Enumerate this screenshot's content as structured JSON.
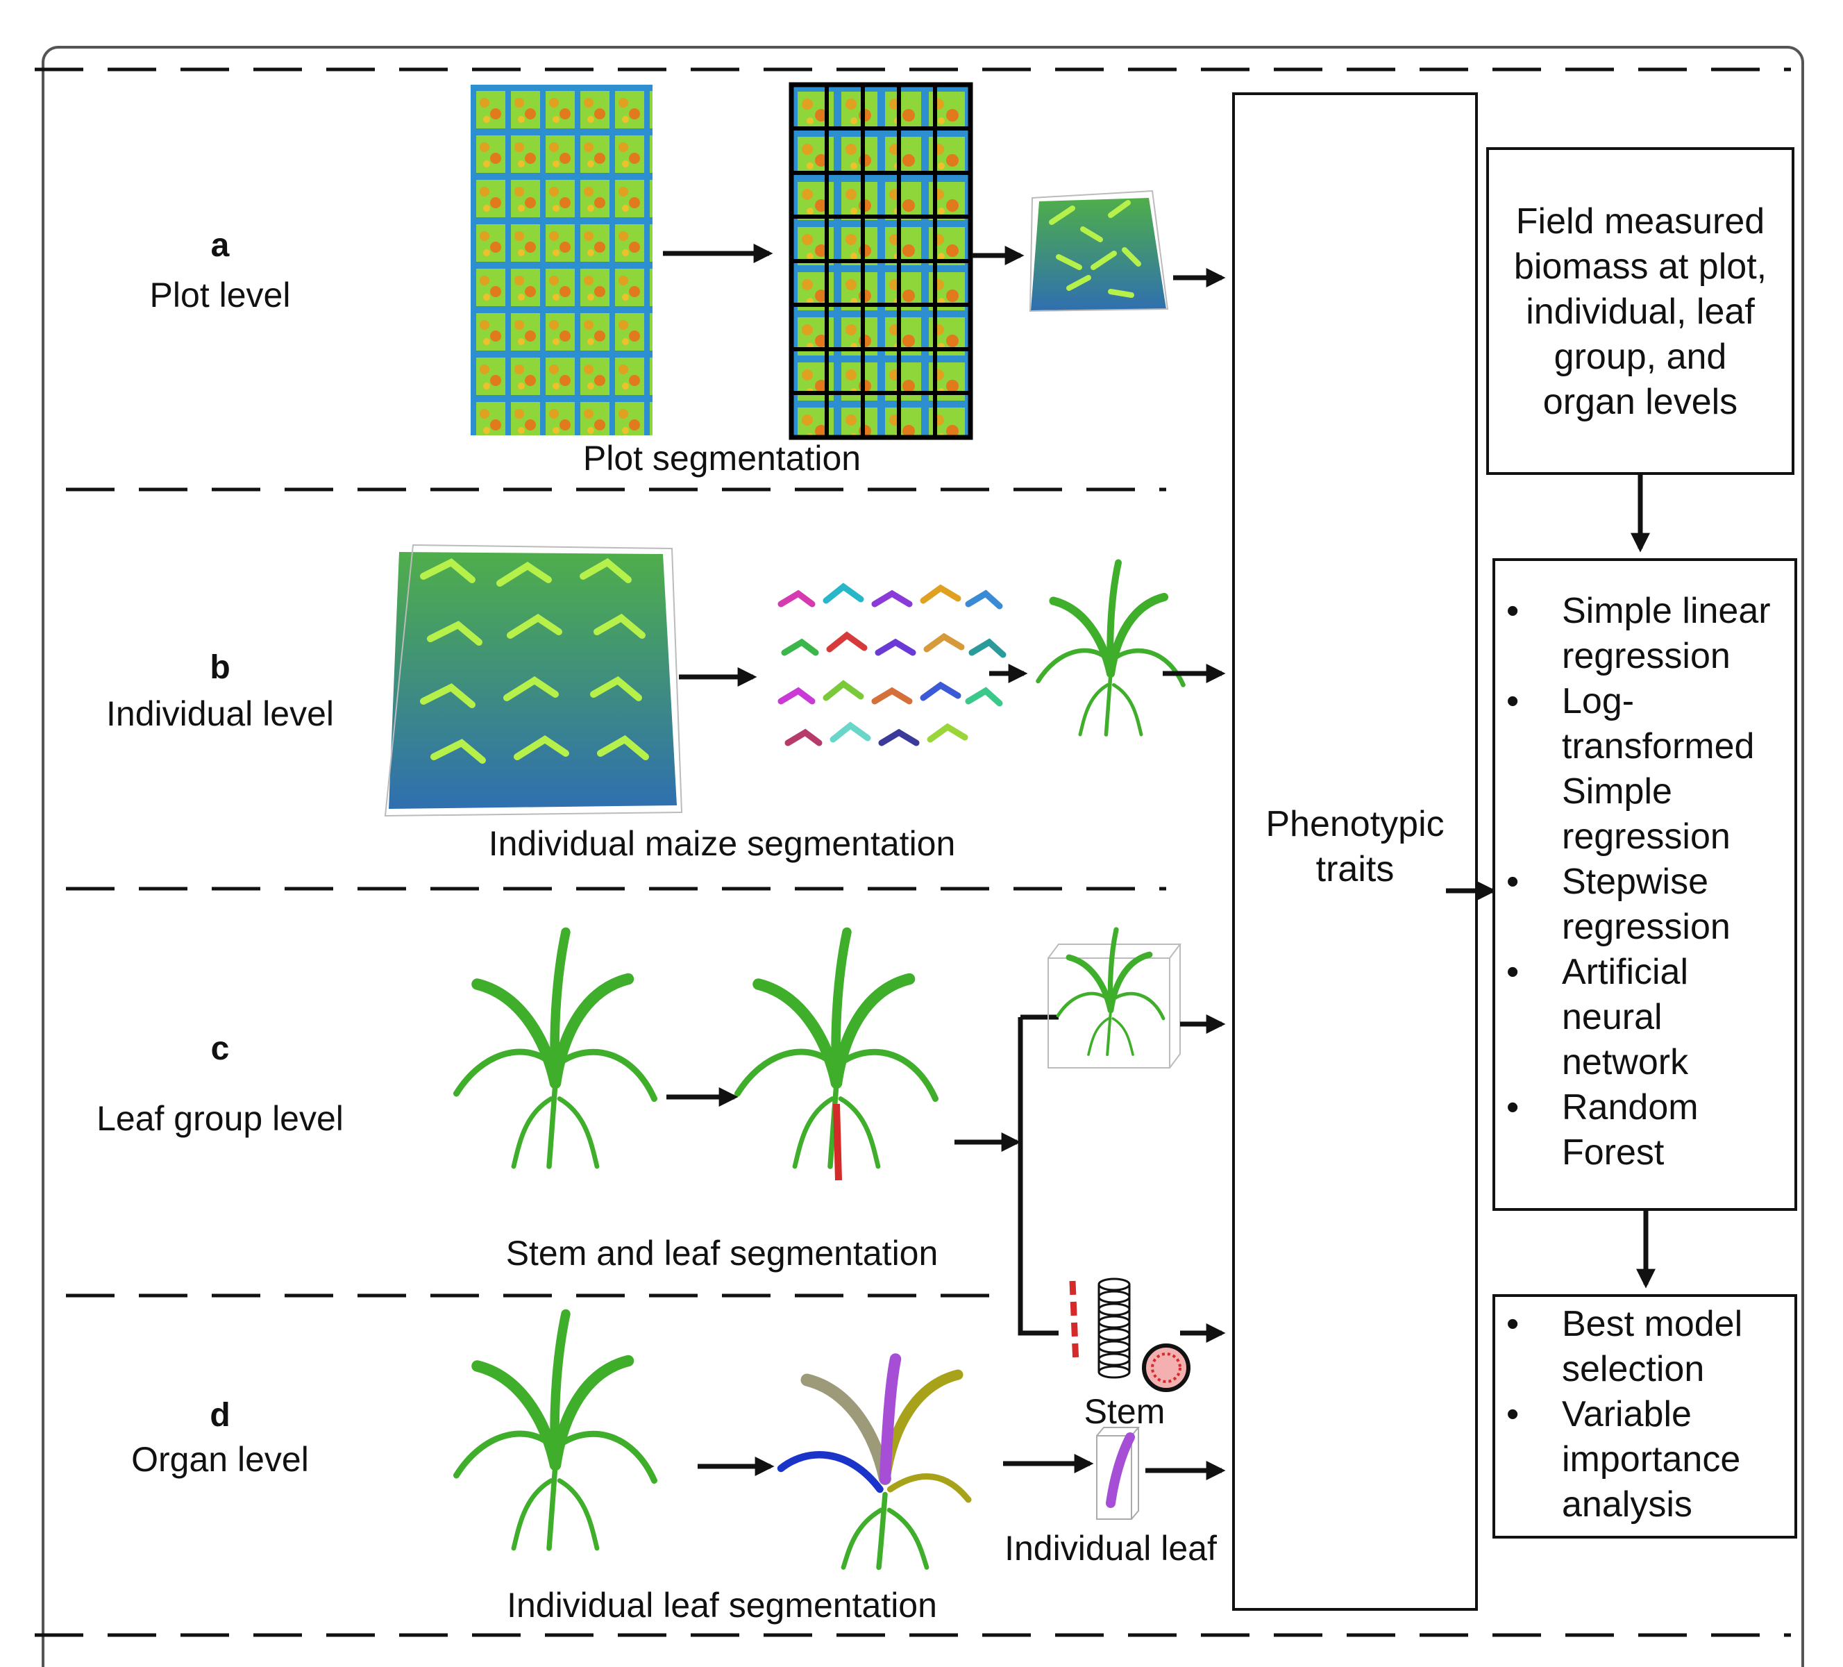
{
  "levels": {
    "a": {
      "letter": "a",
      "name": "Plot level"
    },
    "b": {
      "letter": "b",
      "name": "Individual level"
    },
    "c": {
      "letter": "c",
      "name": "Leaf group level"
    },
    "d": {
      "letter": "d",
      "name": "Organ level"
    }
  },
  "captions": {
    "plot_segmentation": "Plot segmentation",
    "individual_segmentation": "Individual maize segmentation",
    "stem_leaf_segmentation": "Stem and leaf segmentation",
    "individual_leaf_segmentation": "Individual leaf segmentation",
    "stem": "Stem",
    "individual_leaf": "Individual leaf"
  },
  "phenotypic": {
    "line1": "Phenotypic",
    "line2": "traits"
  },
  "field_box": {
    "lines": [
      "Field measured",
      "biomass at plot,",
      "individual, leaf",
      "group, and",
      "organ levels"
    ]
  },
  "models_box": {
    "items": [
      {
        "lines": [
          "Simple linear",
          "regression"
        ]
      },
      {
        "lines": [
          "Log-",
          "transformed",
          "Simple",
          "regression"
        ]
      },
      {
        "lines": [
          "Stepwise",
          "regression"
        ]
      },
      {
        "lines": [
          "Artificial",
          "neural",
          "network"
        ]
      },
      {
        "lines": [
          "Random",
          "Forest"
        ]
      }
    ]
  },
  "analysis_box": {
    "items": [
      {
        "lines": [
          "Best model",
          "selection"
        ]
      },
      {
        "lines": [
          "Variable",
          "importance",
          "analysis"
        ]
      }
    ]
  },
  "colors": {
    "plant_green": "#3fae2a",
    "plot_blue": "#2a5fa8",
    "stem_red": "#d42a2a",
    "leaf_purple": "#a64fd6",
    "leaf_blue": "#1a33c9",
    "leaf_khaki": "#9c9a79",
    "leaf_olive": "#a8a21a"
  }
}
